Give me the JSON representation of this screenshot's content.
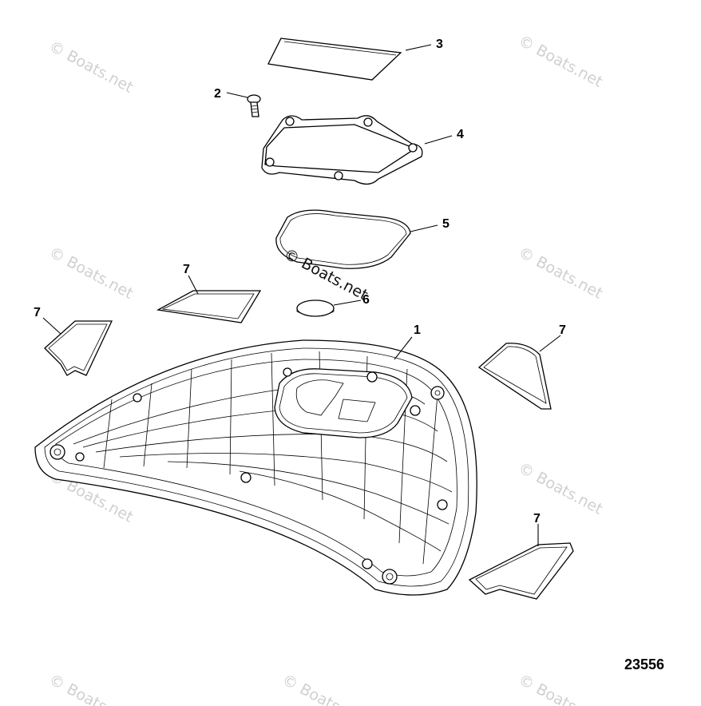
{
  "figure_number": "23556",
  "watermark": "© Boats.net",
  "callouts": {
    "c1": "1",
    "c2": "2",
    "c3": "3",
    "c4": "4",
    "c5": "5",
    "c6": "6",
    "c7a": "7",
    "c7b": "7",
    "c7c": "7",
    "c7d": "7"
  }
}
